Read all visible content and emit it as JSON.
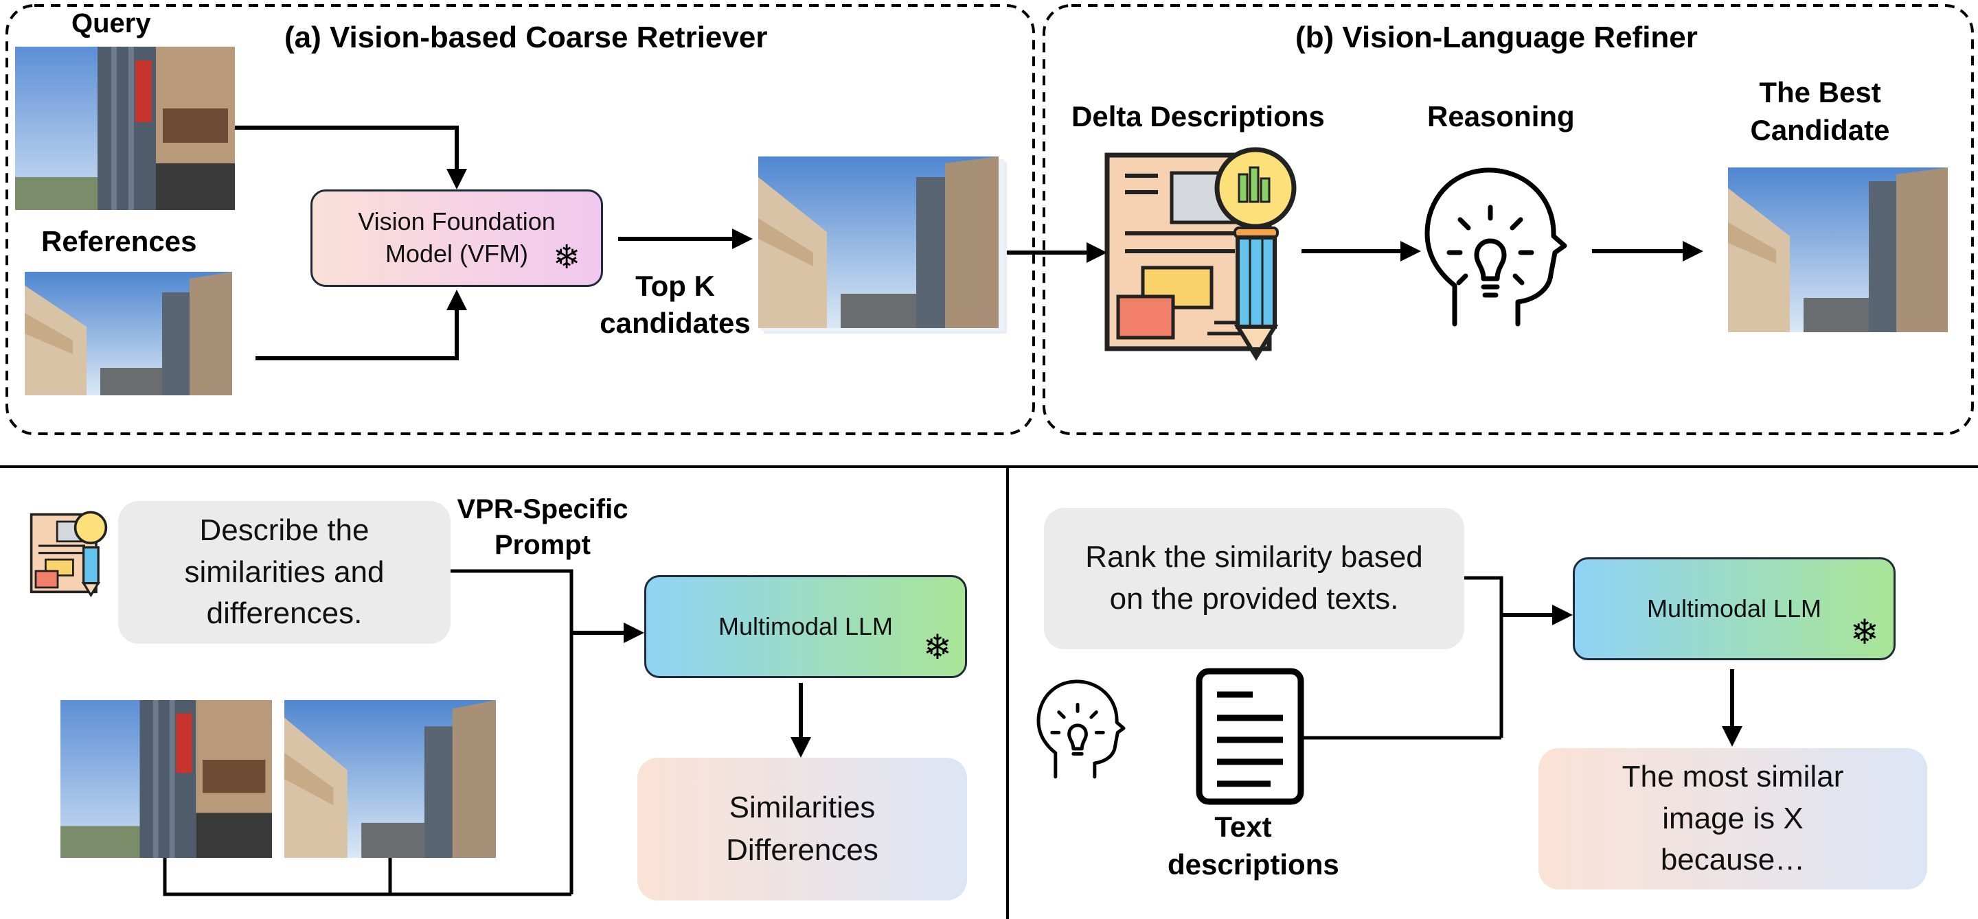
{
  "panel_a": {
    "title": "(a) Vision-based Coarse Retriever",
    "query_label": "Query",
    "references_label": "References",
    "vfm_box": "Vision Foundation Model (VFM)",
    "topk_label": "Top K candidates"
  },
  "panel_b": {
    "title": "(b) Vision-Language Refiner",
    "delta_label": "Delta Descriptions",
    "reasoning_label": "Reasoning",
    "best_label": "The Best Candidate"
  },
  "bottom_left": {
    "prompt_box": "Describe the similarities and differences.",
    "vpr_label": "VPR-Specific Prompt",
    "llm_box": "Multimodal LLM",
    "output_line1": "Similarities",
    "output_line2": "Differences"
  },
  "bottom_right": {
    "prompt_box": "Rank the similarity based on the provided texts.",
    "llm_box": "Multimodal LLM",
    "text_desc_label": "Text descriptions",
    "output_box": "The most similar image is X because…"
  },
  "colors": {
    "vfm_gradient_start": "#fbe0d8",
    "vfm_gradient_end": "#f1c8ef",
    "llm_gradient_start": "#8fd3f5",
    "llm_gradient_end": "#a9e596",
    "output_gradient_start": "#fbe2d6",
    "output_gradient_end": "#dde5f5",
    "prompt_box": "#ebebeb"
  },
  "icons": [
    "snowflake-icon",
    "document-pencil-icon",
    "lightbulb-head-icon",
    "text-document-icon"
  ]
}
